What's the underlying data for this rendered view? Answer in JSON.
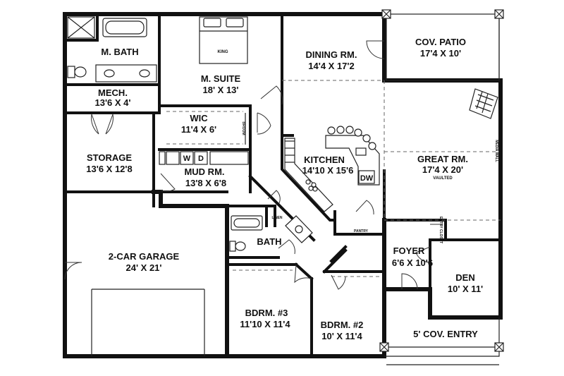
{
  "rooms": {
    "m_bath": {
      "name": "M. BATH"
    },
    "m_suite": {
      "name": "M. SUITE",
      "dims": "18' X 13'"
    },
    "mech": {
      "name": "MECH.",
      "dims": "13'6 X 4'"
    },
    "wic": {
      "name": "WIC",
      "dims": "11'4 X 6'"
    },
    "storage": {
      "name": "STORAGE",
      "dims": "13'6 X 12'8"
    },
    "mud_rm": {
      "name": "MUD RM.",
      "dims": "13'8 X 6'8"
    },
    "garage": {
      "name": "2-CAR GARAGE",
      "dims": "24' X 21'"
    },
    "dining": {
      "name": "DINING RM.",
      "dims": "14'4 X 17'2"
    },
    "cov_patio": {
      "name": "COV. PATIO",
      "dims": "17'4 X 10'"
    },
    "kitchen": {
      "name": "KITCHEN",
      "dims": "14'10 X 15'6"
    },
    "great_rm": {
      "name": "GREAT RM.",
      "dims": "17'4 X 20'",
      "note": "VAULTED"
    },
    "bath": {
      "name": "BATH"
    },
    "foyer": {
      "name": "FOYER",
      "dims": "6'6 X 10'6"
    },
    "den": {
      "name": "DEN",
      "dims": "10' X 11'"
    },
    "bdrm3": {
      "name": "BDRM. #3",
      "dims": "11'10 X 11'4"
    },
    "bdrm2": {
      "name": "BDRM. #2",
      "dims": "10' X 11'4"
    },
    "cov_entry": {
      "name": "5' COV. ENTRY"
    }
  },
  "labels": {
    "king": "KING",
    "broom": "BROOM",
    "linen": "LINEN",
    "pantry": "PANTRY",
    "dw": "DW",
    "media_wall": "MEDIA WALL",
    "entry_closet": "ENTRY CLOSET",
    "washer": "W",
    "dryer": "D"
  }
}
